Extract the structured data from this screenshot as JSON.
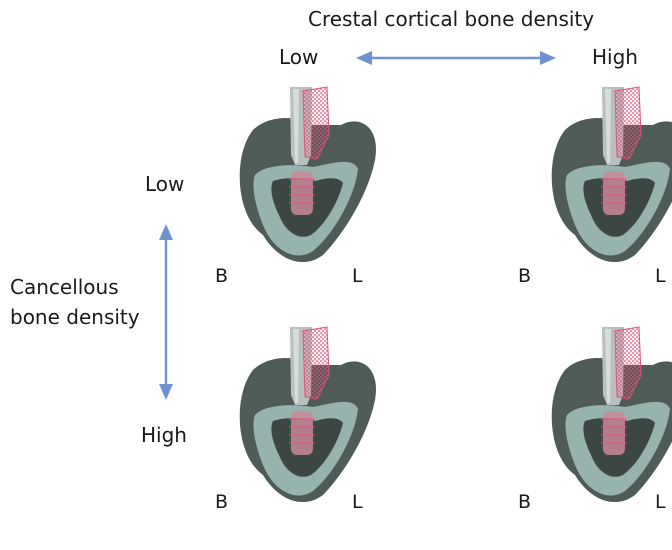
{
  "header": {
    "title": "Crestal cortical bone density",
    "low": "Low",
    "high": "High"
  },
  "side": {
    "low": "Low",
    "high": "High",
    "axis_line1": "Cancellous",
    "axis_line2": "bone density"
  },
  "panel_labels": {
    "buccal": "B",
    "lingual": "L"
  },
  "colors": {
    "arrow": "#6f93cf",
    "cortical": "#4f5b57",
    "cancellous": "#97b3ad",
    "implant": "#b9c0c0",
    "mesh": "#e0557a"
  }
}
